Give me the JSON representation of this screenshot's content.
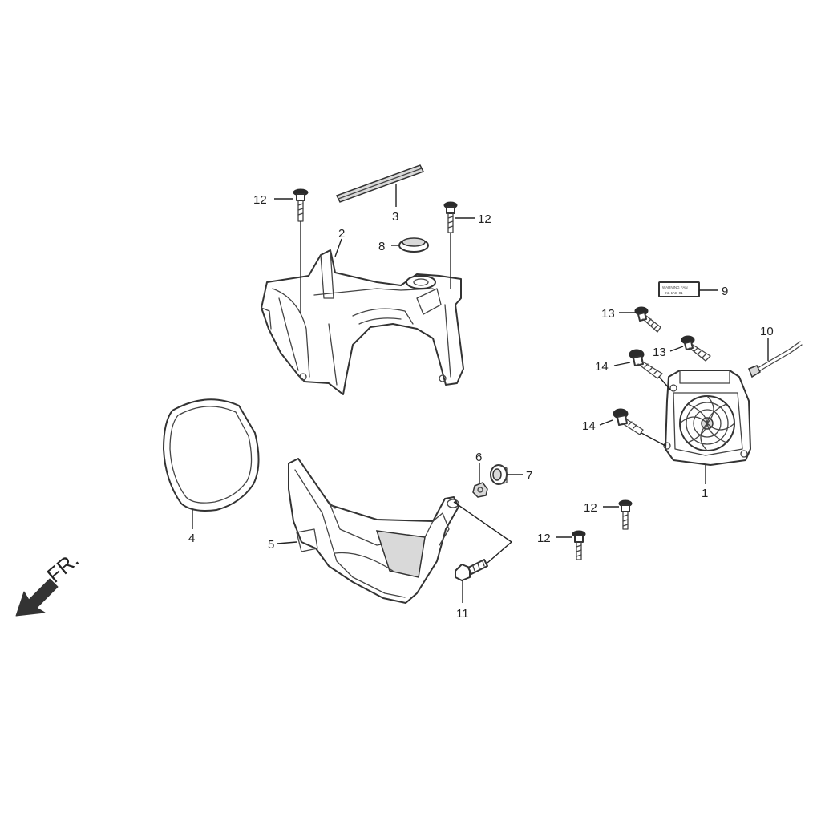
{
  "callouts": {
    "c1": "1",
    "c2": "2",
    "c3": "3",
    "c4": "4",
    "c5": "5",
    "c6": "6",
    "c7": "7",
    "c8": "8",
    "c9": "9",
    "c10": "10",
    "c11": "11",
    "c12a": "12",
    "c12b": "12",
    "c12c": "12",
    "c12d": "12",
    "c13a": "13",
    "c13b": "13",
    "c14a": "14",
    "c14b": "14"
  },
  "direction": {
    "label": "FR."
  },
  "sticker": {
    "line1": "WARNING FAN",
    "line2": "KL 1AB-01"
  }
}
